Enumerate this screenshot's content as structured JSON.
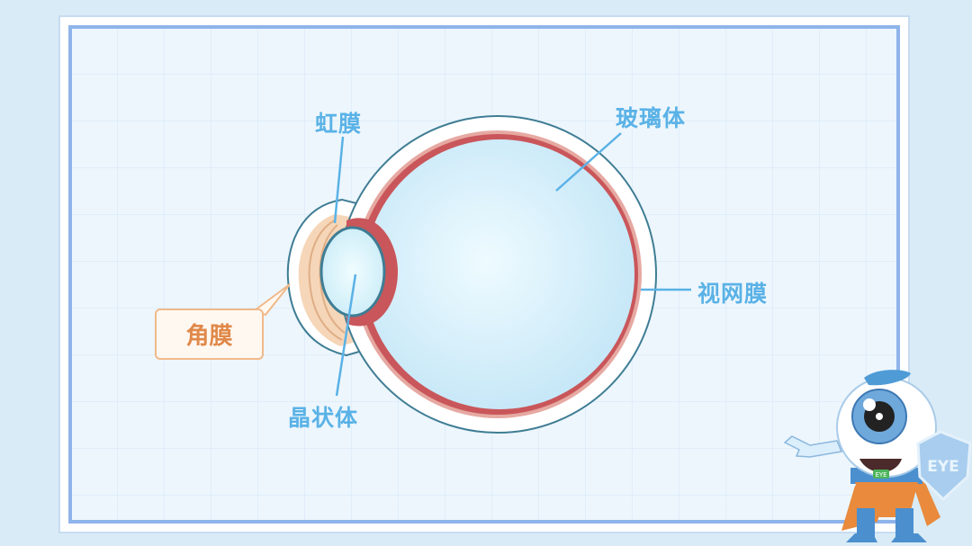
{
  "diagram": {
    "labels": {
      "iris": "虹膜",
      "vitreous": "玻璃体",
      "retina": "视网膜",
      "lens": "晶状体",
      "cornea": "角膜"
    },
    "mascot": {
      "shield_text": "EYE",
      "belt_text": "EYE"
    },
    "colors": {
      "label": "#5ab2e6",
      "cornea_label": "#e0894a",
      "iris": "#c9565a",
      "frame": "#8fb4ea"
    }
  }
}
